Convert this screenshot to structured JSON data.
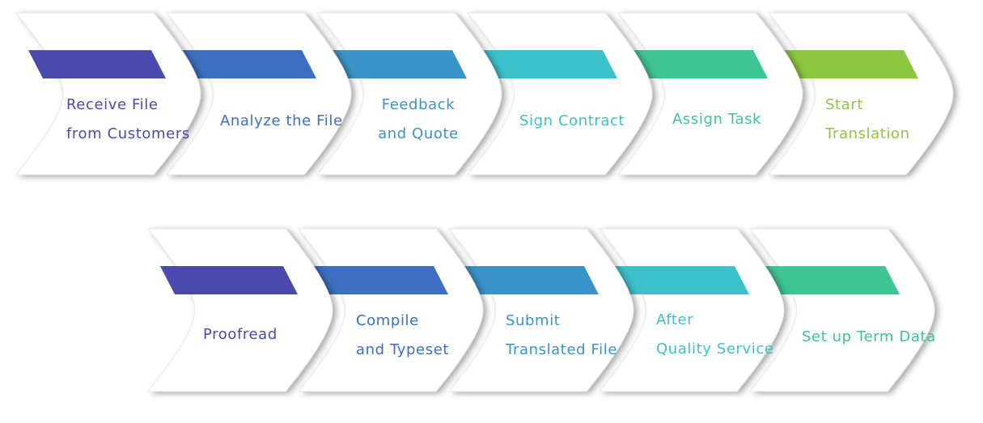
{
  "rows": [
    {
      "steps": [
        {
          "label": "Receive File\nfrom Customers",
          "color": "#4a4aad"
        },
        {
          "label": "Analyze the File",
          "color": "#3c6fc1"
        },
        {
          "label": "Feedback\nand Quote",
          "color": "#3a93c9"
        },
        {
          "label": "Sign Contract",
          "color": "#3cc1cb"
        },
        {
          "label": "Assign Task",
          "color": "#3fc493"
        },
        {
          "label": "Start\nTranslation",
          "color": "#8dc63f"
        }
      ]
    },
    {
      "steps": [
        {
          "label": "Proofread",
          "color": "#4a4aad"
        },
        {
          "label": "Compile\nand Typeset",
          "color": "#3c6fc1"
        },
        {
          "label": "Submit\nTranslated File",
          "color": "#3a93c9"
        },
        {
          "label": "After\nQuality Service",
          "color": "#3cc1cb"
        },
        {
          "label": "Set up Term Data",
          "color": "#3fc493"
        }
      ]
    }
  ]
}
